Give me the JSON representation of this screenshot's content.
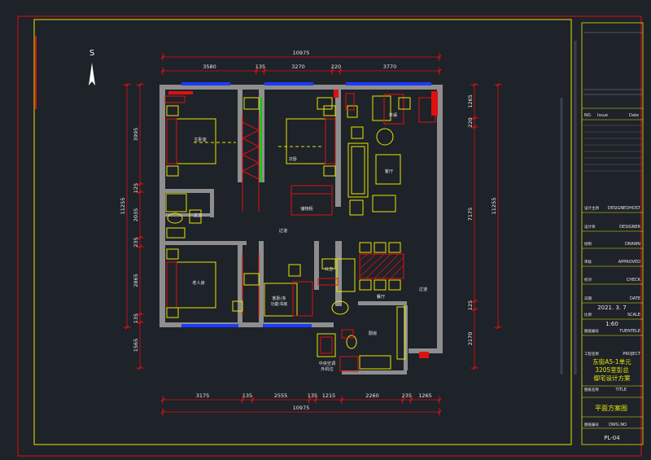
{
  "drawing": {
    "north_label": "S",
    "dims_top": {
      "total": "10975",
      "segments": [
        "3580",
        "135",
        "3270",
        "220",
        "3770"
      ]
    },
    "dims_bottom": {
      "total": "10975",
      "segments": [
        "3175",
        "135",
        "2555",
        "135",
        "1215",
        "2260",
        "235",
        "1265"
      ]
    },
    "dims_left": {
      "total": "11255",
      "segments": [
        "3995",
        "125",
        "2035",
        "235",
        "2865",
        "135",
        "1565"
      ]
    },
    "dims_right": {
      "total": "11255",
      "segments": [
        "1265",
        "220",
        "7175",
        "125",
        "2170"
      ]
    },
    "rooms": [
      {
        "key": "master",
        "label": "主卧室"
      },
      {
        "key": "second",
        "label": "次卧"
      },
      {
        "key": "living",
        "label": "客厅"
      },
      {
        "key": "tea",
        "label": "茶桌"
      },
      {
        "key": "wardrobe",
        "label": "储物柜"
      },
      {
        "key": "bath1",
        "label": "主卫"
      },
      {
        "key": "hall1",
        "label": "过道"
      },
      {
        "key": "elder",
        "label": "老人房"
      },
      {
        "key": "guest",
        "label": "客卧/多\n功能书房"
      },
      {
        "key": "bath2",
        "label": "公卫"
      },
      {
        "key": "dining",
        "label": "餐厅"
      },
      {
        "key": "hall2",
        "label": "过道"
      },
      {
        "key": "kitchen",
        "label": "厨房"
      },
      {
        "key": "ac",
        "label": "中央空调\n外机位"
      }
    ]
  },
  "title_block": {
    "issue_header": {
      "no": "NO.",
      "issue": "Issue",
      "date": "Date"
    },
    "fields": [
      {
        "cn": "设计主持",
        "en": "DESIGNEDHOST",
        "value": ""
      },
      {
        "cn": "设计师",
        "en": "DESIGNER",
        "value": ""
      },
      {
        "cn": "绘制",
        "en": "DRAWN",
        "value": ""
      },
      {
        "cn": "审核",
        "en": "APPROVED",
        "value": ""
      },
      {
        "cn": "校对",
        "en": "CHECK",
        "value": ""
      },
      {
        "cn": "日期",
        "en": "DATE",
        "value": "2021. 3. 7"
      },
      {
        "cn": "比例",
        "en": "SCALE",
        "value": "1:60"
      },
      {
        "cn": "图纸编号",
        "en": "TUENTELE",
        "value": ""
      }
    ],
    "project": {
      "cn": "工程名称",
      "en": "PROJECT",
      "lines": [
        "东街A5-1单元",
        "3205室彭总",
        "御宅设计方案"
      ]
    },
    "title": {
      "cn": "图纸名称",
      "en": "TITLE",
      "value": "平面方案图"
    },
    "dwg_no": {
      "cn": "图纸编号",
      "en": "DWG.NO",
      "value": "PL-04"
    }
  },
  "colors": {
    "background": "#1e2229",
    "frame": "#e01010",
    "wall": "#8e8e8e",
    "furniture": "#e6e600",
    "dimension": "#e01010",
    "dim_text": "#e8e8e8",
    "window": "#1a3cff",
    "accent": "#00d000",
    "title_text": "#e6e600"
  }
}
